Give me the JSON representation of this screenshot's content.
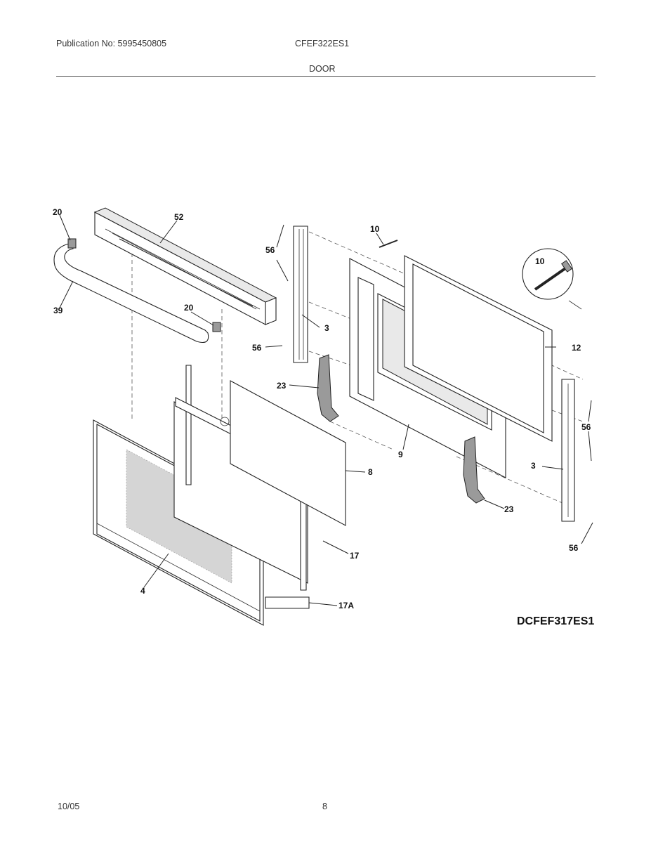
{
  "header": {
    "publication": "Publication No: 5995450805",
    "model": "CFEF322ES1",
    "section": "DOOR"
  },
  "diagram": {
    "code": "DCFEF317ES1",
    "callouts": {
      "c20a": "20",
      "c52": "52",
      "c39": "39",
      "c20b": "20",
      "c56a": "56",
      "c3a": "3",
      "c56b": "56",
      "c10a": "10",
      "c10b": "10",
      "c12": "12",
      "c23a": "23",
      "c9": "9",
      "c56c": "56",
      "c3b": "3",
      "c8": "8",
      "c23b": "23",
      "c56d": "56",
      "c17": "17",
      "c4": "4",
      "c17a": "17A"
    }
  },
  "footer": {
    "date": "10/05",
    "page": "8"
  }
}
